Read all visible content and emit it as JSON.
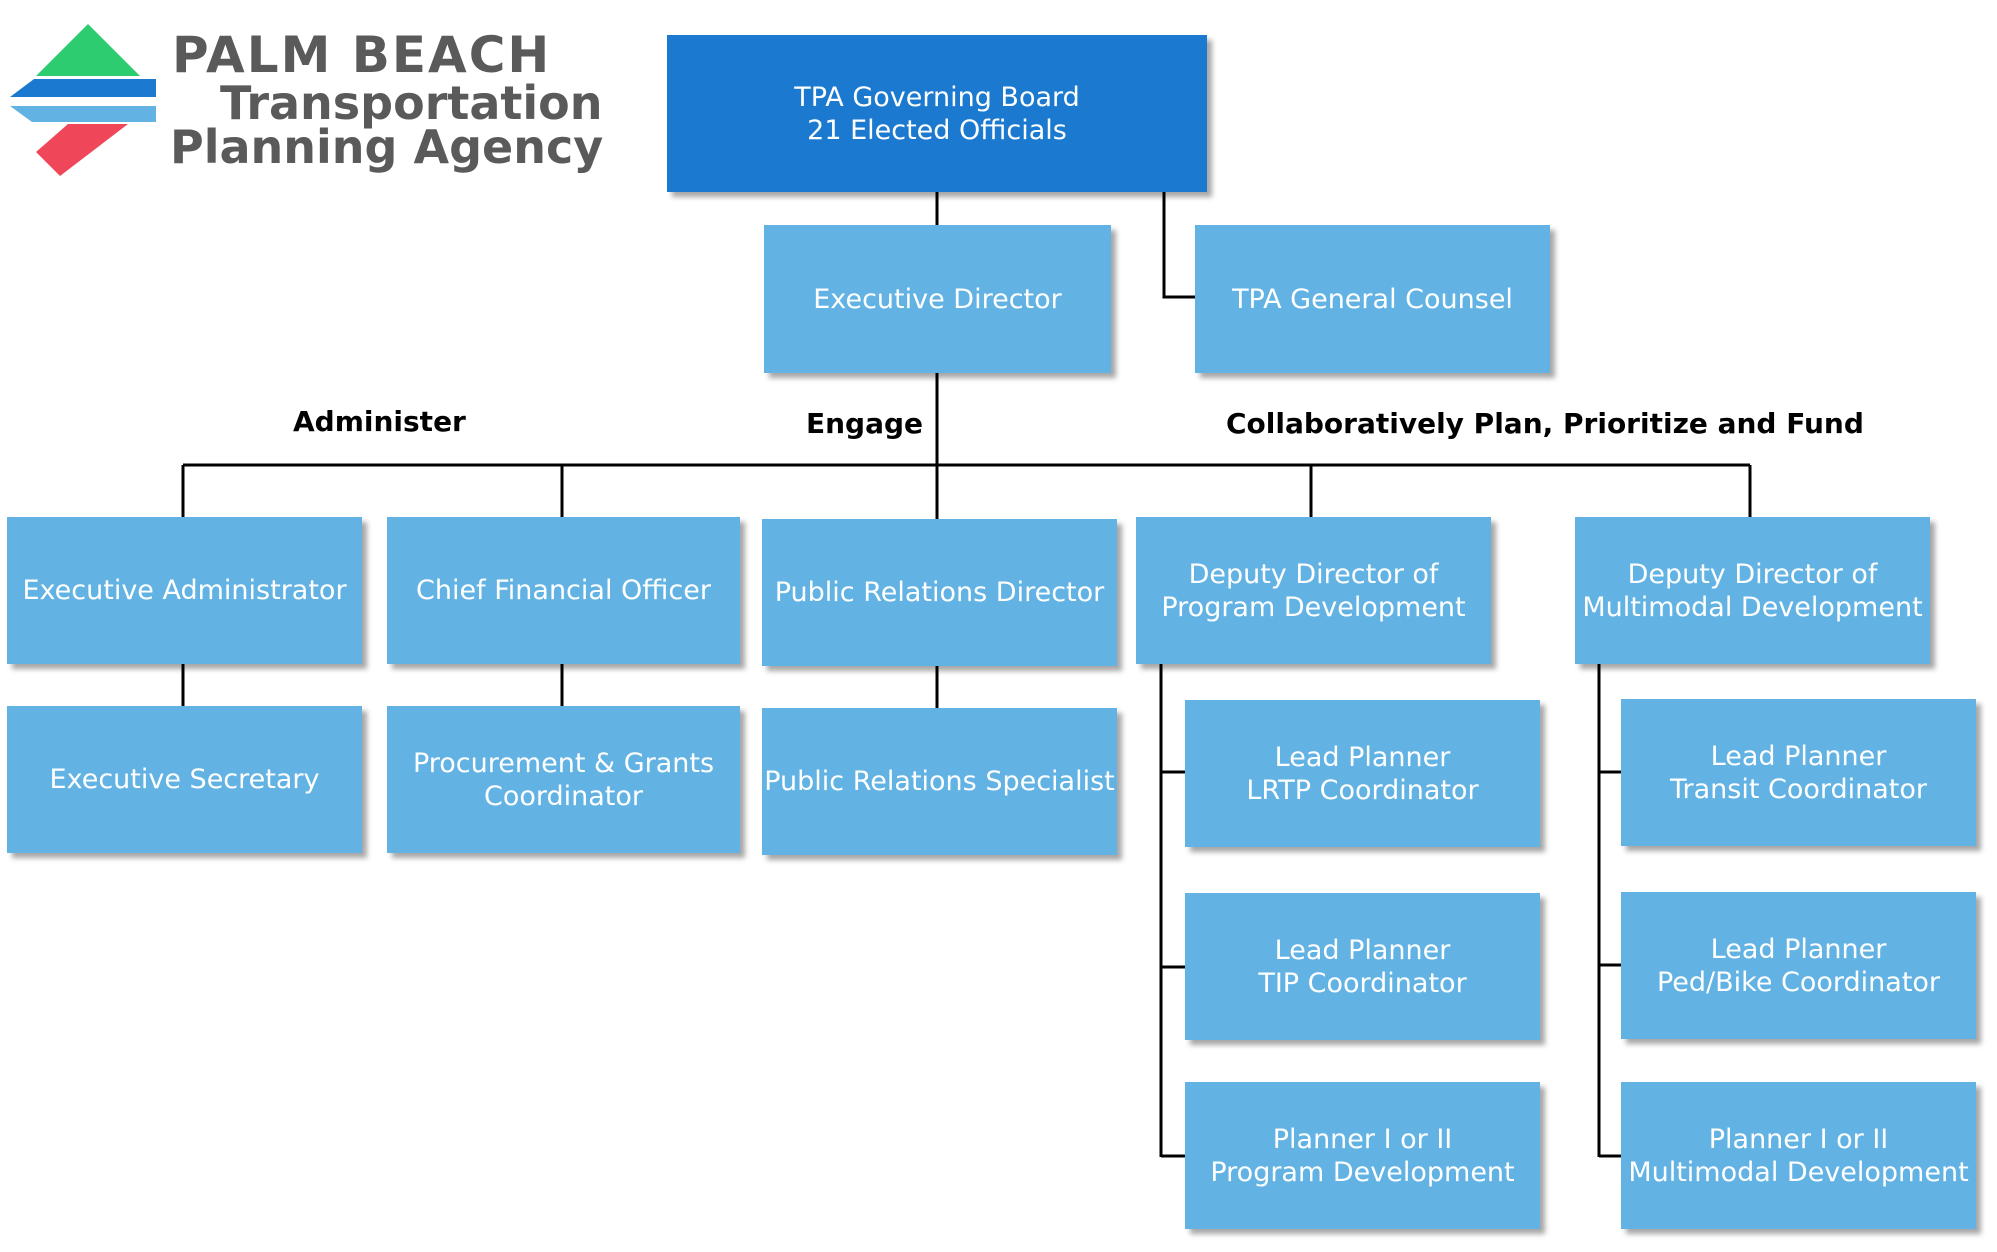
{
  "logo": {
    "line1": "PALM BEACH",
    "line2": "Transportation",
    "line3": "Planning Agency",
    "colors": {
      "green": "#2ecc71",
      "blue": "#1b7acf",
      "lightblue": "#62b3e4",
      "red": "#f0465a",
      "text": "#5a5a5a"
    }
  },
  "headings": {
    "administer": "Administer",
    "engage": "Engage",
    "plan": "Collaboratively Plan, Prioritize and Fund"
  },
  "boxes": {
    "board": [
      "TPA Governing Board",
      "21 Elected Officials"
    ],
    "exec_director": [
      "Executive Director"
    ],
    "counsel": [
      "TPA General Counsel"
    ],
    "exec_admin": [
      "Executive Administrator"
    ],
    "cfo": [
      "Chief Financial Officer"
    ],
    "pr_director": [
      "Public Relations Director"
    ],
    "dd_program": [
      "Deputy Director of",
      "Program Development"
    ],
    "dd_multimodal": [
      "Deputy Director of",
      "Multimodal Development"
    ],
    "exec_secretary": [
      "Executive Secretary"
    ],
    "procurement": [
      "Procurement & Grants",
      "Coordinator"
    ],
    "pr_specialist": [
      "Public Relations Specialist"
    ],
    "lrtp": [
      "Lead Planner",
      "LRTP Coordinator"
    ],
    "tip": [
      "Lead Planner",
      "TIP Coordinator"
    ],
    "planner_program": [
      "Planner I or II",
      "Program Development"
    ],
    "transit": [
      "Lead Planner",
      "Transit Coordinator"
    ],
    "pedbike": [
      "Lead Planner",
      "Ped/Bike Coordinator"
    ],
    "planner_multimodal": [
      "Planner I or II",
      "Multimodal Development"
    ]
  },
  "colors": {
    "board": "#1b7acf",
    "box": "#62b3e4",
    "connector": "#000000"
  }
}
